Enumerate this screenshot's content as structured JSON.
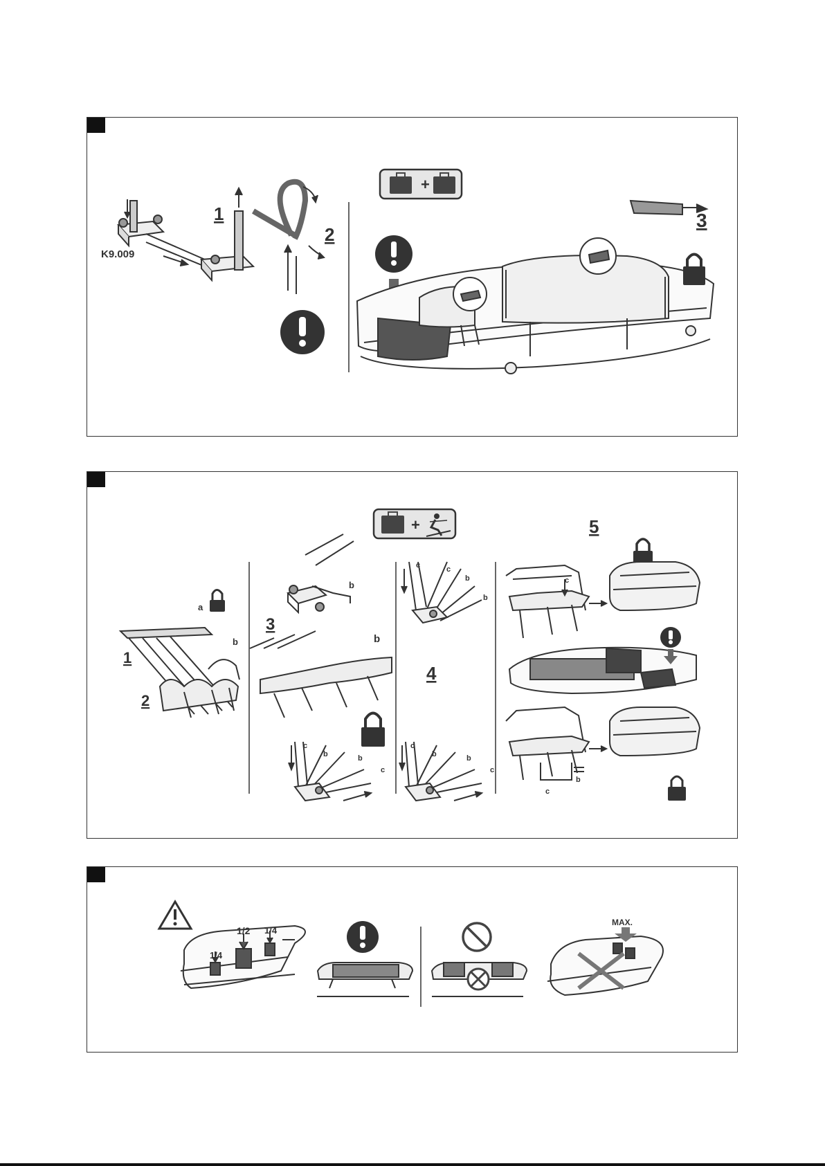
{
  "panel1": {
    "model_label": "K9.009",
    "steps": [
      "1",
      "2",
      "3"
    ]
  },
  "panel2": {
    "steps": [
      "1",
      "2",
      "3",
      "4",
      "5"
    ],
    "letters": [
      "a",
      "b",
      "c"
    ]
  },
  "panel3": {
    "fractions": [
      "1/2",
      "1/4",
      "1/4",
      "1/4"
    ],
    "max_label": "MAX."
  },
  "colors": {
    "line": "#333333",
    "fill_dark": "#555555",
    "fill_mid": "#888888",
    "fill_light": "#dddddd"
  }
}
